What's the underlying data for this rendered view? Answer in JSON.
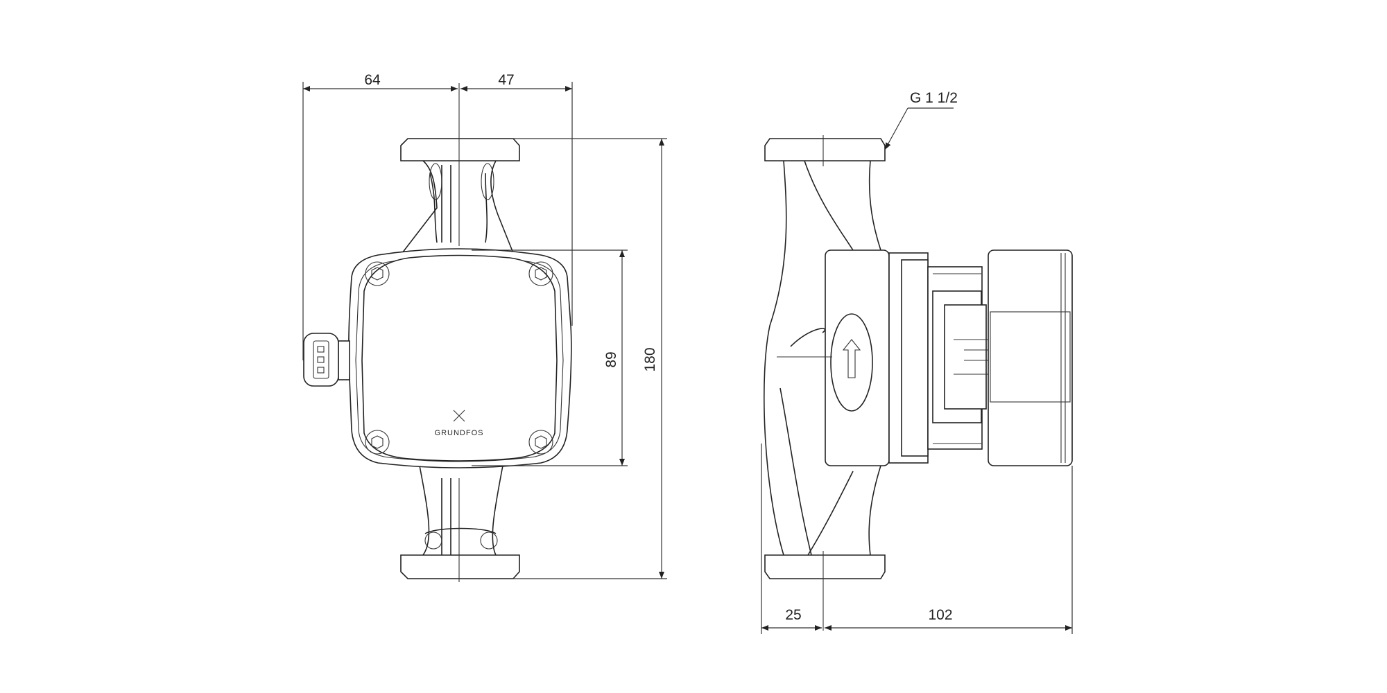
{
  "drawing": {
    "front_view": {
      "dim_left_width": "64",
      "dim_right_width": "47",
      "dim_motor_height": "89",
      "dim_total_height": "180",
      "logo_text": "GRUNDFOS"
    },
    "side_view": {
      "thread_label": "G 1 1/2",
      "dim_flange_offset": "25",
      "dim_motor_depth": "102"
    }
  }
}
